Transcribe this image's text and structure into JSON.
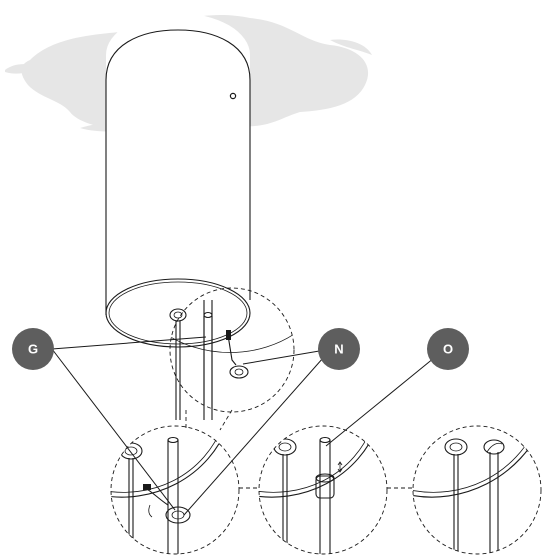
{
  "callouts": {
    "g": {
      "label": "G",
      "color": "#5e5e5e"
    },
    "n": {
      "label": "N",
      "color": "#5e5e5e"
    },
    "o": {
      "label": "O",
      "color": "#5e5e5e"
    }
  },
  "colors": {
    "ceiling_stain": "#e6e6e6",
    "line": "#1a1a1a",
    "background": "#ffffff"
  }
}
